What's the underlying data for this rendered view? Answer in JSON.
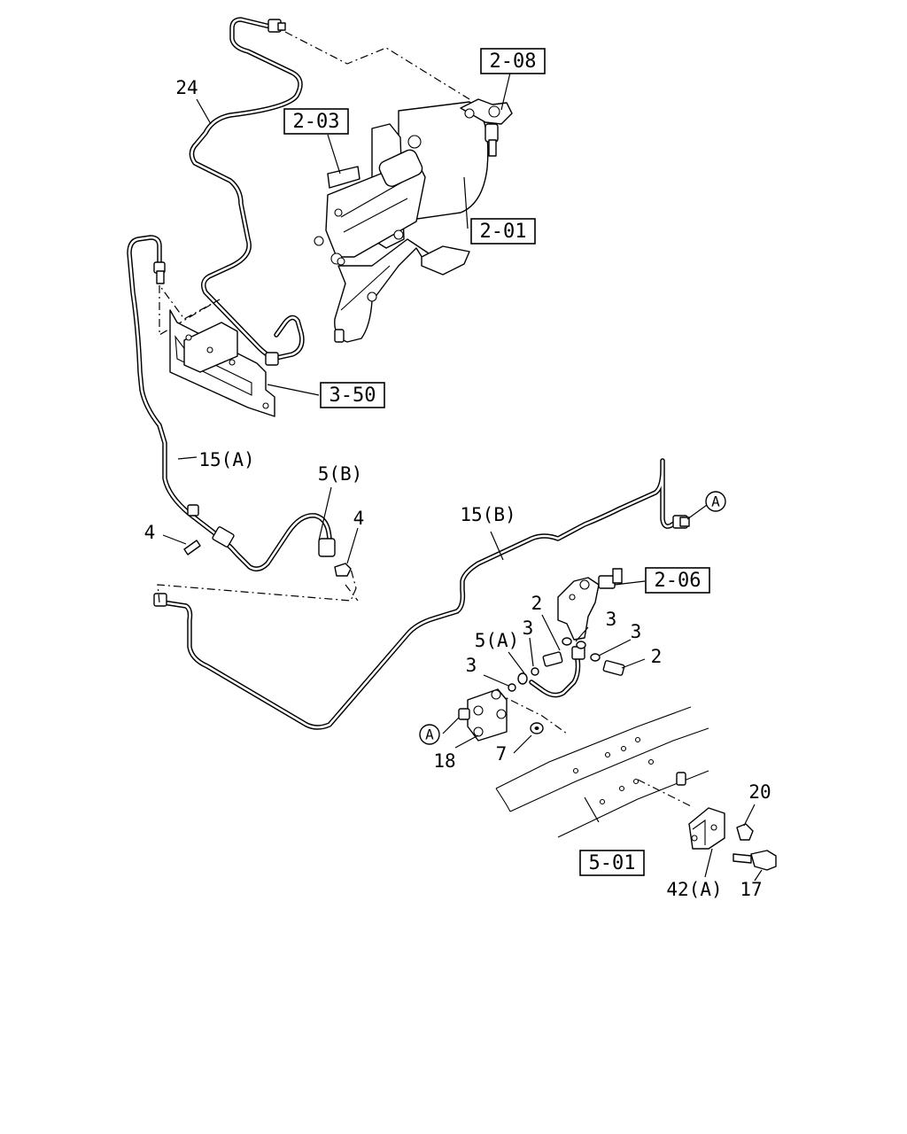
{
  "diagram": {
    "callouts": [
      {
        "id": "24",
        "text": "24"
      },
      {
        "id": "15A",
        "text": "15(A)"
      },
      {
        "id": "5B",
        "text": "5(B)"
      },
      {
        "id": "4a",
        "text": "4"
      },
      {
        "id": "4b",
        "text": "4"
      },
      {
        "id": "15B",
        "text": "15(B)"
      },
      {
        "id": "2a",
        "text": "2"
      },
      {
        "id": "3a",
        "text": "3"
      },
      {
        "id": "3b",
        "text": "3"
      },
      {
        "id": "5A",
        "text": "5(A)"
      },
      {
        "id": "3c",
        "text": "3"
      },
      {
        "id": "2b",
        "text": "2"
      },
      {
        "id": "3d",
        "text": "3"
      },
      {
        "id": "18",
        "text": "18"
      },
      {
        "id": "7",
        "text": "7"
      },
      {
        "id": "20",
        "text": "20"
      },
      {
        "id": "42A",
        "text": "42(A)"
      },
      {
        "id": "17",
        "text": "17"
      }
    ],
    "boxed_refs": [
      {
        "id": "2-08",
        "text": "2-08"
      },
      {
        "id": "2-03",
        "text": "2-03"
      },
      {
        "id": "2-01",
        "text": "2-01"
      },
      {
        "id": "3-50",
        "text": "3-50"
      },
      {
        "id": "2-06",
        "text": "2-06"
      },
      {
        "id": "5-01",
        "text": "5-01"
      }
    ],
    "circle_refs": [
      {
        "id": "A1",
        "text": "A"
      },
      {
        "id": "A2",
        "text": "A"
      }
    ]
  }
}
